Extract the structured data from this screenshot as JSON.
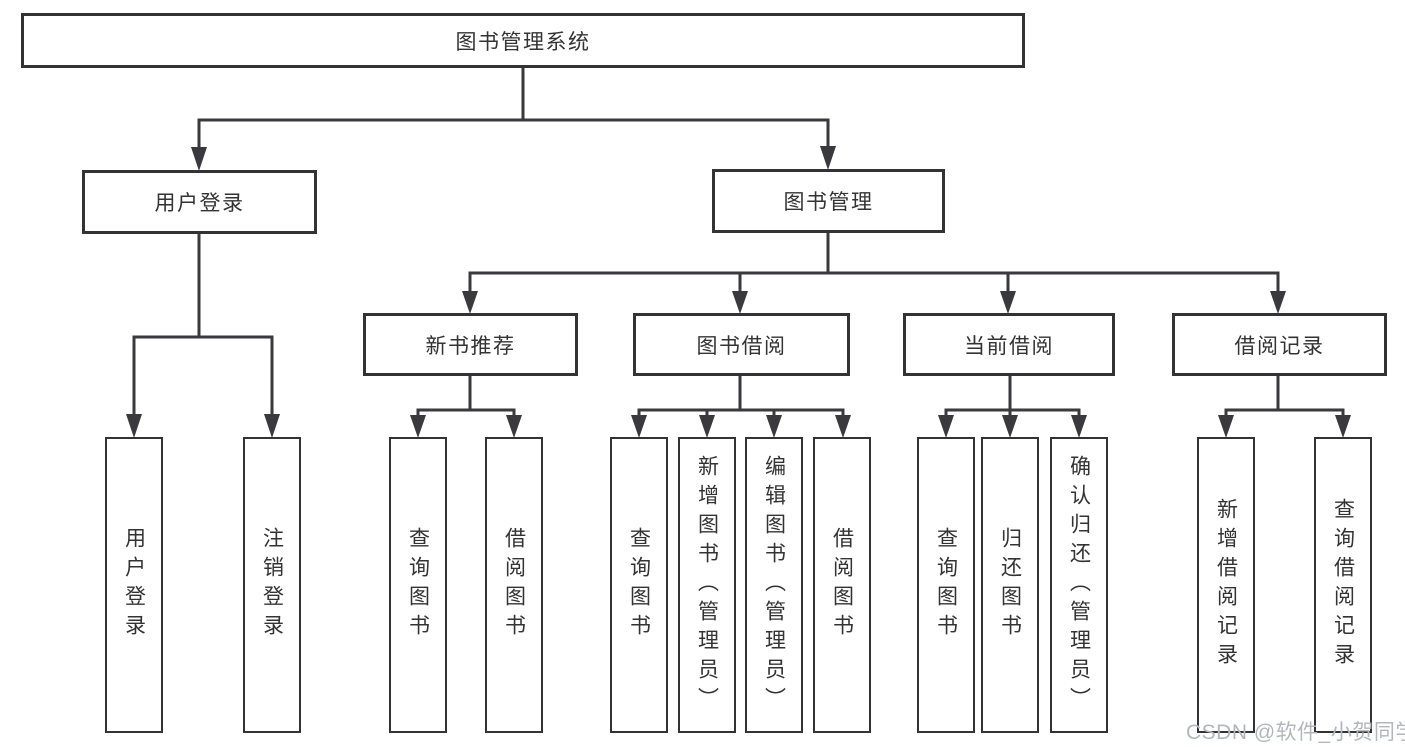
{
  "diagram": {
    "root": {
      "label": "图书管理系统"
    },
    "level2": [
      {
        "label": "用户登录",
        "parent": "图书管理系统"
      },
      {
        "label": "图书管理",
        "parent": "图书管理系统"
      }
    ],
    "level3": [
      {
        "label": "新书推荐",
        "parent": "图书管理"
      },
      {
        "label": "图书借阅",
        "parent": "图书管理"
      },
      {
        "label": "当前借阅",
        "parent": "图书管理"
      },
      {
        "label": "借阅记录",
        "parent": "图书管理"
      }
    ],
    "leaves": [
      {
        "label": "用户登录",
        "parent": "用户登录"
      },
      {
        "label": "注销登录",
        "parent": "用户登录"
      },
      {
        "label": "查询图书",
        "parent": "新书推荐"
      },
      {
        "label": "借阅图书",
        "parent": "新书推荐"
      },
      {
        "label": "查询图书",
        "parent": "图书借阅"
      },
      {
        "label": "新增图书（管理员）",
        "parent": "图书借阅"
      },
      {
        "label": "编辑图书（管理员）",
        "parent": "图书借阅"
      },
      {
        "label": "借阅图书",
        "parent": "图书借阅"
      },
      {
        "label": "查询图书",
        "parent": "当前借阅"
      },
      {
        "label": "归还图书",
        "parent": "当前借阅"
      },
      {
        "label": "确认归还（管理员）",
        "parent": "当前借阅"
      },
      {
        "label": "新增借阅记录",
        "parent": "借阅记录"
      },
      {
        "label": "查询借阅记录",
        "parent": "借阅记录"
      }
    ],
    "watermark": "CSDN @软件_小贺同学",
    "colors": {
      "line": "#3a3a3e",
      "box_border": "#333336",
      "text": "#333333",
      "watermark": "#b3b7bd",
      "background": "#ffffff"
    }
  }
}
